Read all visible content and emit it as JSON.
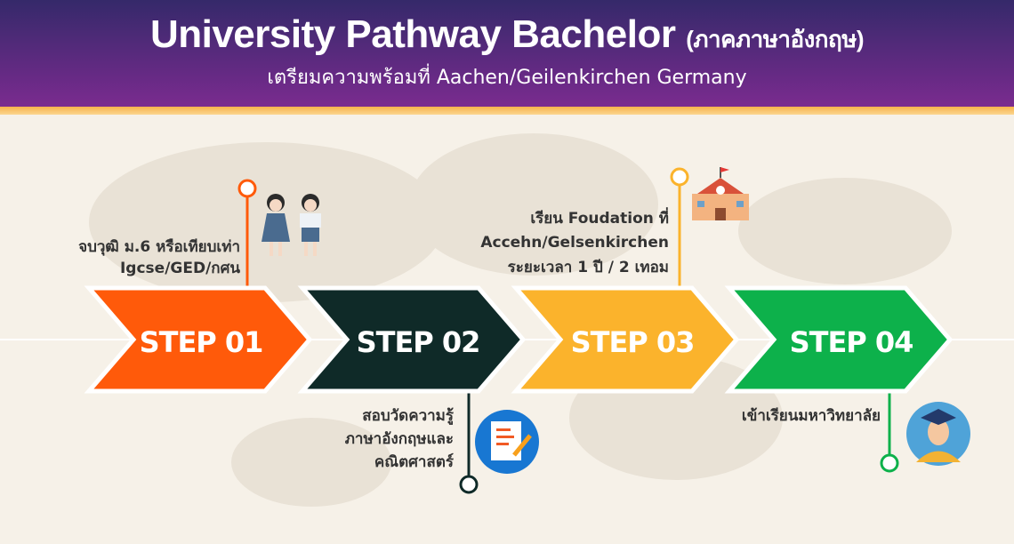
{
  "header": {
    "title": "University Pathway Bachelor",
    "title_thai": "(ภาคภาษาอังกฤษ)",
    "subtitle": "เตรียมความพร้อมที่ Aachen/Geilenkirchen Germany"
  },
  "steps": [
    {
      "label": "STEP 01",
      "color": "#ff5a0a",
      "desc": [
        "จบวุฒิ ม.6 หรือเทียบเท่า",
        "Igcse/GED/กศน"
      ],
      "icon": "students-icon"
    },
    {
      "label": "STEP 02",
      "color": "#0f2a28",
      "desc": [
        "สอบวัดความรู้",
        "ภาษาอังกฤษและ",
        "คณิตศาสตร์"
      ],
      "icon": "exam-document-icon"
    },
    {
      "label": "STEP 03",
      "color": "#fbb32c",
      "desc": [
        "เรียน Foudation ที่",
        "Accehn/Gelsenkirchen",
        "ระยะเวลา 1 ปี / 2 เทอม"
      ],
      "icon": "school-building-icon"
    },
    {
      "label": "STEP 04",
      "color": "#0db14b",
      "desc": [
        "เข้าเรียนมหาวิทยาลัย"
      ],
      "icon": "graduate-icon"
    }
  ]
}
